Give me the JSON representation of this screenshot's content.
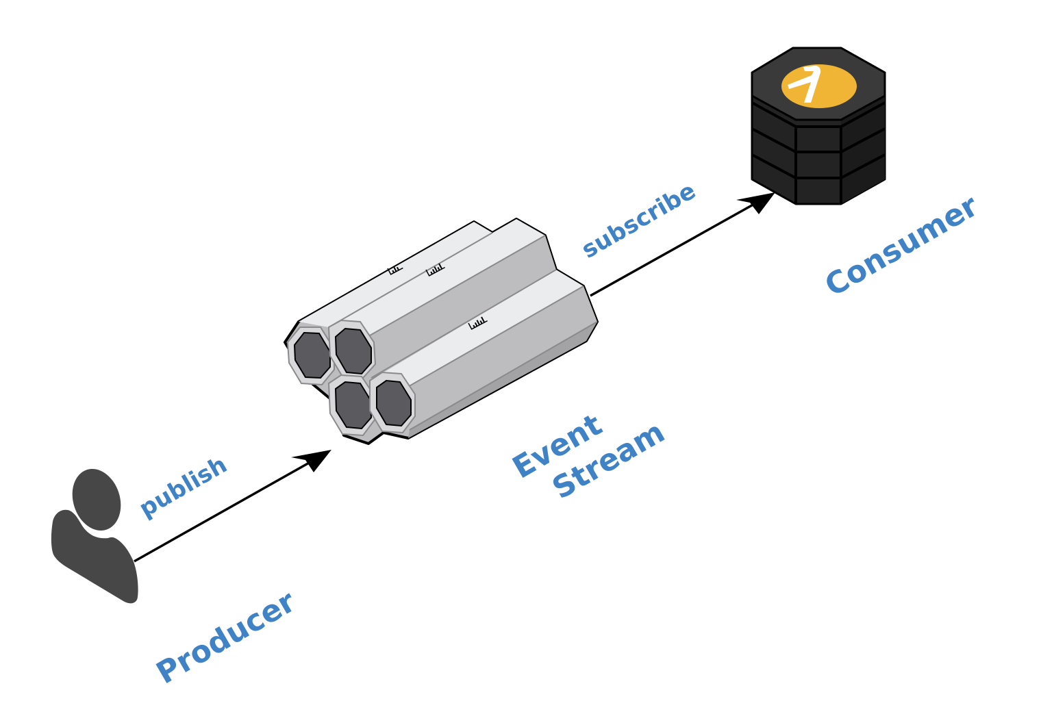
{
  "diagram": {
    "title": "Event-driven publish/subscribe",
    "colors": {
      "label": "#3f83c6",
      "outline": "#000000",
      "person": "#474747",
      "stream_light": "#ebecee",
      "stream_mid": "#bdbdbf",
      "stream_dark": "#a3a3a6",
      "stream_core": "#5b5a5f",
      "consumer_top": "#3a3a3a",
      "consumer_side": "#232323",
      "lambda_badge": "#f0b535",
      "lambda_glyph": "#ffffff"
    },
    "nodes": {
      "producer": {
        "label": "Producer",
        "icon": "person-icon"
      },
      "stream": {
        "label_line1": "Event",
        "label_line2": "Stream",
        "icon": "hexagonal-stream-icon",
        "shards": 4,
        "shard_badge_icon": "bar-chart-icon"
      },
      "consumer": {
        "label": "Consumer",
        "icon": "lambda-function-icon",
        "badge_glyph": "λ"
      }
    },
    "edges": [
      {
        "from": "producer",
        "to": "stream",
        "label": "publish"
      },
      {
        "from": "stream",
        "to": "consumer",
        "label": "subscribe"
      }
    ]
  }
}
